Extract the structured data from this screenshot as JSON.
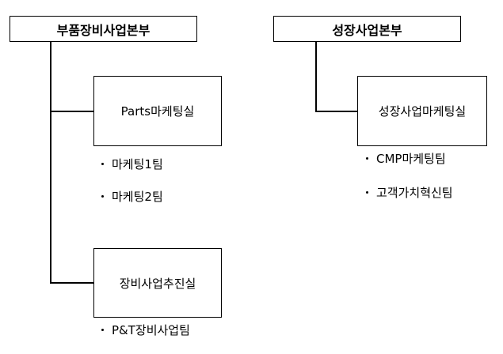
{
  "hq_left": {
    "title": "부품장비사업본부",
    "depts": [
      {
        "name": "Parts마케팅실",
        "teams": [
          "마케팅1팀",
          "마케팅2팀"
        ]
      },
      {
        "name": "장비사업추진실",
        "teams": [
          "P&T장비사업팀"
        ]
      }
    ]
  },
  "hq_right": {
    "title": "성장사업본부",
    "depts": [
      {
        "name": "성장사업마케팅실",
        "teams": [
          "CMP마케팅팀",
          "고객가치혁신팀"
        ]
      }
    ]
  }
}
